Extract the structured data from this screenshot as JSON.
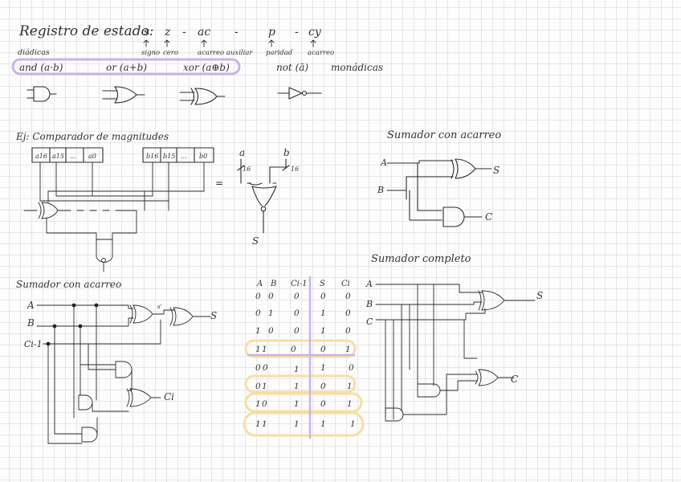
{
  "header": {
    "title": "Registro de estado:",
    "flags": [
      {
        "sym": "s",
        "desc": "signo"
      },
      {
        "sym": "z",
        "desc": "cero"
      },
      {
        "sym": "-",
        "desc": ""
      },
      {
        "sym": "ac",
        "desc": "acarreo auxiliar"
      },
      {
        "sym": "-",
        "desc": ""
      },
      {
        "sym": "p",
        "desc": "paridad"
      },
      {
        "sym": "-",
        "desc": ""
      },
      {
        "sym": "cy",
        "desc": "acarreo"
      }
    ],
    "diadicas_label": "diádicas",
    "monadicas_label": "monádicas"
  },
  "gates_row": {
    "and_label": "and (a·b)",
    "or_label": "or (a+b)",
    "xor_label": "xor (a⊕b)",
    "not_label": "not (ā)"
  },
  "comparator": {
    "title": "Ej: Comparador de magnitudes",
    "reg_a": [
      "a16",
      "a15",
      "...",
      "a0"
    ],
    "reg_b": [
      "b16",
      "b15",
      "...",
      "b0"
    ],
    "equals": "=",
    "in_a": "a",
    "in_b": "b",
    "bus_a": "16",
    "bus_b": "16",
    "out": "S"
  },
  "half_adder": {
    "title": "Sumador con acarreo",
    "in_a": "A",
    "in_b": "B",
    "out_s": "S",
    "out_c": "C"
  },
  "full_adder_left": {
    "title": "Sumador con acarreo",
    "in_a": "A",
    "in_b": "B",
    "in_c": "Ci-1",
    "out_s": "S",
    "out_c": "Ci",
    "mid": "s'"
  },
  "truth_table": {
    "headers": [
      "A",
      "B",
      "Ci-1",
      "S",
      "Ci"
    ],
    "rows": [
      [
        "0",
        "0",
        "0",
        "0",
        "0"
      ],
      [
        "0",
        "1",
        "0",
        "1",
        "0"
      ],
      [
        "1",
        "0",
        "0",
        "1",
        "0"
      ],
      [
        "1",
        "1",
        "0",
        "0",
        "1"
      ],
      [
        "0",
        "0",
        "1",
        "1",
        "0"
      ],
      [
        "0",
        "1",
        "1",
        "0",
        "1"
      ],
      [
        "1",
        "0",
        "1",
        "0",
        "1"
      ],
      [
        "1",
        "1",
        "1",
        "1",
        "1"
      ]
    ],
    "highlight_color": "#f6dfa3",
    "divider_color": "#c9b3e8"
  },
  "full_adder_right": {
    "title": "Sumador completo",
    "in_a": "A",
    "in_b": "B",
    "in_c": "C",
    "out_s": "S",
    "out_c": "C"
  },
  "colors": {
    "purple": "#c9b3e8",
    "yellow": "#f6dfa3",
    "ink": "#2b2b2b"
  }
}
